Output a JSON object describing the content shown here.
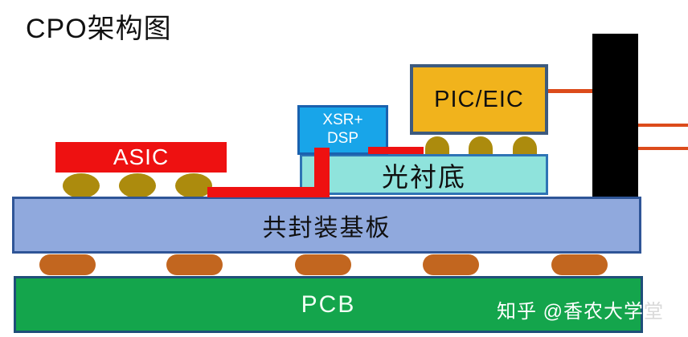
{
  "title": "CPO架构图",
  "diagram": {
    "asic": {
      "label": "ASIC",
      "fill": "#ee1111"
    },
    "xsr_dsp": {
      "line1": "XSR+",
      "line2": "DSP",
      "fill": "#18a5e9"
    },
    "pic_eic": {
      "label": "PIC/EIC",
      "fill": "#f1b31c"
    },
    "optical_substrate": {
      "label": "光衬底",
      "fill": "#8fe3dc"
    },
    "package_substrate": {
      "label": "共封装基板",
      "fill": "#90a9dd"
    },
    "pcb": {
      "label": "PCB",
      "fill": "#14a54c"
    },
    "trace_red": "#ee1111",
    "fiber_block_fill": "#000000",
    "fiber_line_color": "#dc4b1b",
    "bump_gold": "#ac8b0d",
    "bump_brown": "#c2661f"
  },
  "watermark": {
    "text": "知乎 @香农大学",
    "tail": "堂"
  }
}
